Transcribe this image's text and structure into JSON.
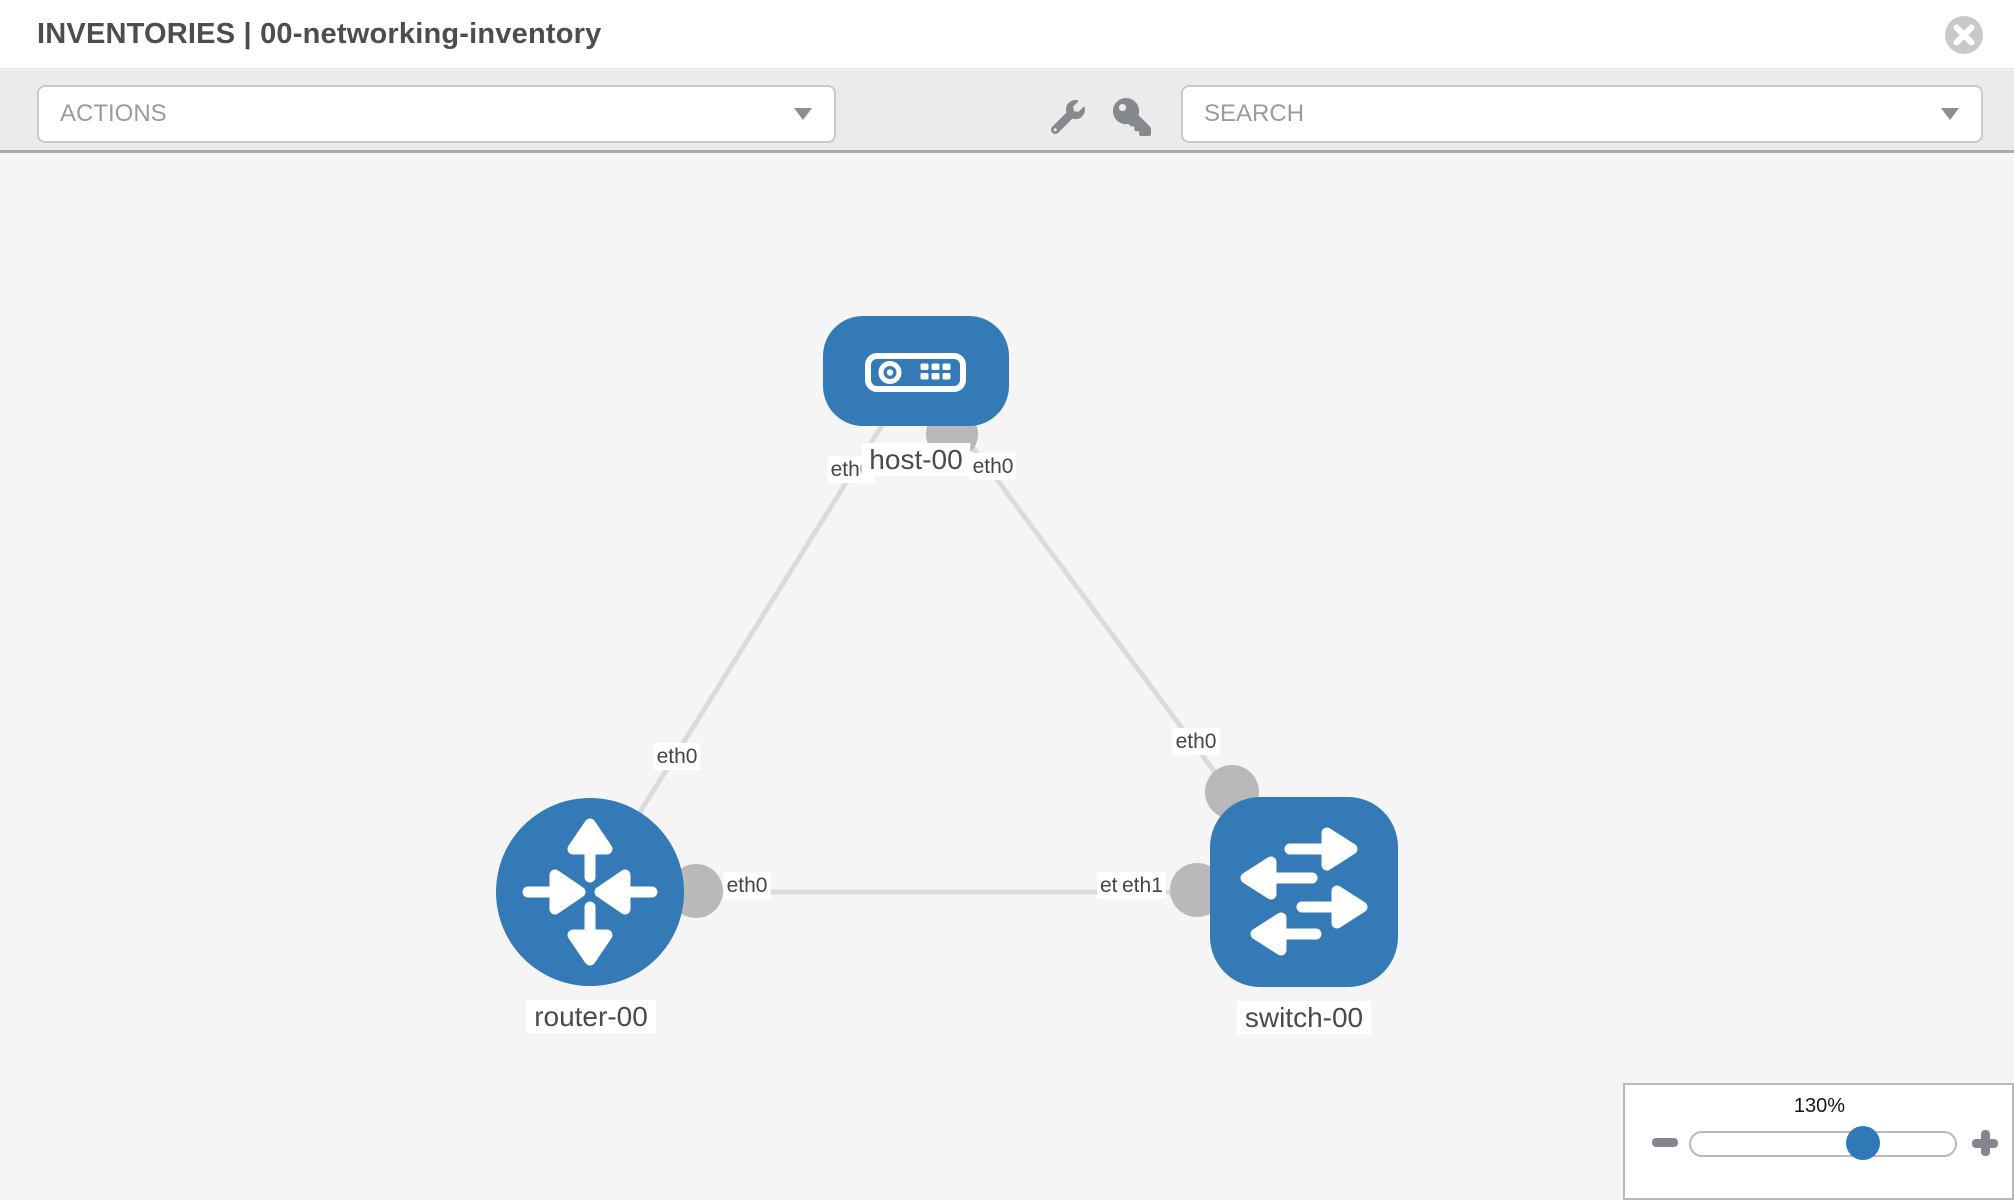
{
  "header": {
    "title": "INVENTORIES | 00-networking-inventory",
    "close_icon": "x-circle"
  },
  "toolbar": {
    "actions_dropdown": {
      "label": "ACTIONS",
      "icon": "chevron-down"
    },
    "wrench_icon": "wrench",
    "key_icon": "key",
    "search_dropdown": {
      "placeholder": "SEARCH",
      "icon": "chevron-down"
    }
  },
  "canvas": {
    "colors": {
      "node_fill": "#337ab7",
      "link": "#dbdbdb",
      "interface_port": "#b9b9b9",
      "background": "#f5f5f5"
    },
    "nodes": [
      {
        "label": "host-00",
        "type": "host",
        "icon": "host-icon"
      },
      {
        "label": "router-00",
        "type": "router",
        "icon": "router-icon"
      },
      {
        "label": "switch-00",
        "type": "switch",
        "icon": "switch-icon"
      }
    ],
    "links": [
      {
        "from": "host-00",
        "to": "router-00",
        "from_interface": "eth0",
        "to_interface": "eth0"
      },
      {
        "from": "host-00",
        "to": "switch-00",
        "from_interface": "eth0",
        "to_interface": "eth0"
      },
      {
        "from": "router-00",
        "to": "switch-00",
        "from_interface": "eth0",
        "to_interface": "eth1",
        "to_interface_overlapped": "eth1"
      }
    ]
  },
  "zoom_control": {
    "value": "130%",
    "minus_icon": "minus",
    "plus_icon": "plus"
  }
}
